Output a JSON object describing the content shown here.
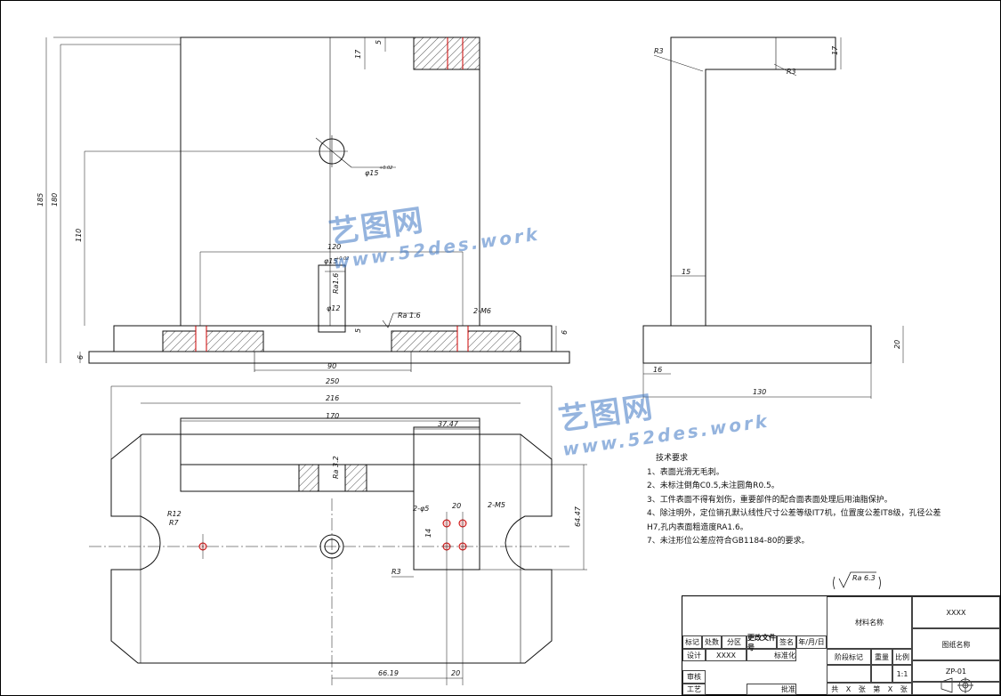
{
  "dims_front": {
    "d5": "5",
    "d17": "17",
    "d185": "185",
    "d180": "180",
    "d110": "110",
    "hole_dia": "φ15",
    "hole_tol": "+0.02",
    "d120": "120",
    "pin": "φ15",
    "pin_tol": "+0.02",
    "ra16_v": "Ra1.6",
    "d12": "φ12",
    "d5b": "5",
    "ra16": "Ra 1.6",
    "m6": "2-M6",
    "d6r": "6",
    "d6l": "6",
    "d90": "90"
  },
  "dims_side": {
    "r3a": "R3",
    "r3b": "R3",
    "d17": "17",
    "d15": "15",
    "d20": "20",
    "d16": "16",
    "d130": "130"
  },
  "dims_top": {
    "d250": "250",
    "d216": "216",
    "d170": "170",
    "d3747": "37.47",
    "ra32": "Ra 3.2",
    "holes5": "2-φ5",
    "d20": "20",
    "m5": "2-M5",
    "d14": "14",
    "d6447": "64.47",
    "r12": "R12",
    "r7": "R7",
    "r3": "R3",
    "d6619": "66.19",
    "d20b": "20"
  },
  "notes": {
    "title": "技术要求",
    "items": [
      "1、表面光滑无毛刺。",
      "2、未标注倒角C0.5,未注圆角R0.5。",
      "3、工件表面不得有划伤，重要部件的配合面表面处理后用油脂保护。",
      "4、除注明外，定位销孔默认线性尺寸公差等级IT7机，位置度公差IT8级，孔径公差",
      "H7,孔内表面粗造度RA1.6。",
      "7、未注形位公差应符合GB1184-80的要求。"
    ]
  },
  "roughness": "Ra 6.3",
  "watermark": {
    "cn": "艺图网",
    "en": "www.52des.work"
  },
  "title_block": {
    "mark": "标记",
    "count": "处数",
    "zone": "分区",
    "doc_no": "更改文件号",
    "sign": "签名",
    "date": "年/月/日",
    "design": "设计",
    "design_val": "XXXX",
    "std": "标准化",
    "review": "审核",
    "process": "工艺",
    "approve": "批准",
    "material": "材料名称",
    "stage": "阶段标记",
    "weight": "重量",
    "scale_lbl": "比例",
    "scale_val": "1:1",
    "total": "共",
    "sheets": "X",
    "zhang": "张",
    "no": "第",
    "no_x": "X",
    "zhang2": "张",
    "company": "XXXX",
    "drawing_name": "图纸名称",
    "drawing_no": "ZP-01"
  }
}
